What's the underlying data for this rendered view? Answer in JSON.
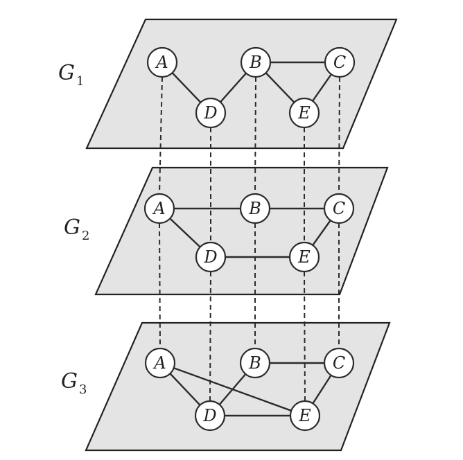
{
  "layers": [
    {
      "id": "G1",
      "label": "G",
      "subscript": "1",
      "nodes": [
        "A",
        "B",
        "C",
        "D",
        "E"
      ],
      "edges": [
        [
          "A",
          "D"
        ],
        [
          "D",
          "B"
        ],
        [
          "B",
          "C"
        ],
        [
          "B",
          "E"
        ],
        [
          "E",
          "C"
        ]
      ]
    },
    {
      "id": "G2",
      "label": "G",
      "subscript": "2",
      "nodes": [
        "A",
        "B",
        "C",
        "D",
        "E"
      ],
      "edges": [
        [
          "A",
          "B"
        ],
        [
          "B",
          "C"
        ],
        [
          "A",
          "D"
        ],
        [
          "D",
          "E"
        ],
        [
          "E",
          "C"
        ]
      ]
    },
    {
      "id": "G3",
      "label": "G",
      "subscript": "3",
      "nodes": [
        "A",
        "B",
        "C",
        "D",
        "E"
      ],
      "edges": [
        [
          "A",
          "D"
        ],
        [
          "A",
          "E"
        ],
        [
          "B",
          "D"
        ],
        [
          "B",
          "C"
        ],
        [
          "D",
          "E"
        ],
        [
          "E",
          "C"
        ]
      ]
    }
  ],
  "interlayer_links": [
    "A",
    "B",
    "C",
    "D",
    "E"
  ],
  "style": {
    "plane_fill": "#e4e4e4",
    "line_color": "#2b2b2b",
    "node_fill": "#ffffff"
  }
}
